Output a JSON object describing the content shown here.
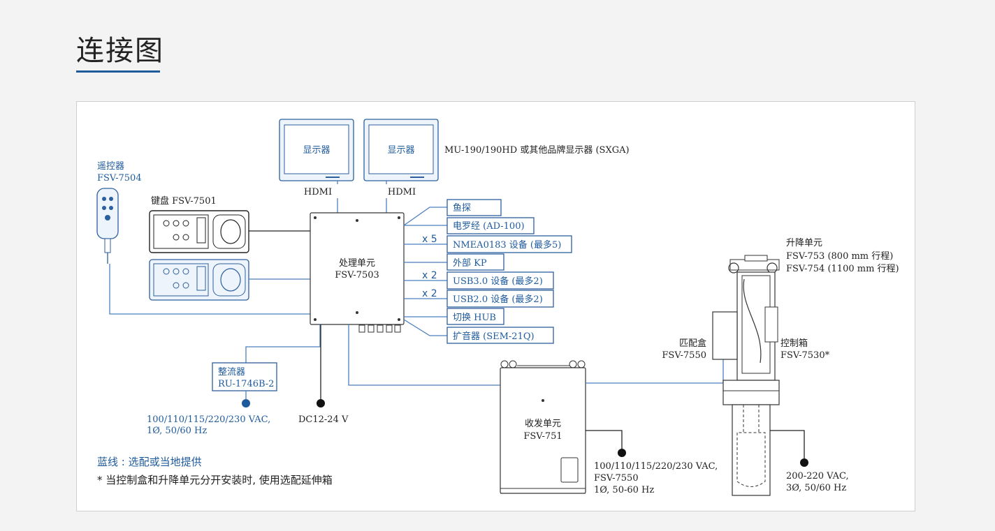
{
  "page": {
    "title": "连接图"
  },
  "diagram": {
    "displays": {
      "screen_label": "显示器",
      "model_note": "MU-190/190HD 或其他品牌显示器 (SXGA)",
      "connector_label": "HDMI"
    },
    "remote": {
      "name": "遥控器",
      "model": "FSV-7504"
    },
    "keyboard": {
      "label": "键盘 FSV-7501"
    },
    "processor": {
      "name": "处理单元",
      "model": "FSV-7503"
    },
    "peripherals": [
      {
        "label": "鱼探",
        "multiplier": ""
      },
      {
        "label": "电罗经 (AD-100)",
        "multiplier": ""
      },
      {
        "label": "NMEA0183 设备 (最多5)",
        "multiplier": "x 5"
      },
      {
        "label": "外部 KP",
        "multiplier": ""
      },
      {
        "label": "USB3.0 设备 (最多2)",
        "multiplier": "x 2"
      },
      {
        "label": "USB2.0 设备 (最多2)",
        "multiplier": "x 2"
      },
      {
        "label": "切换 HUB",
        "multiplier": ""
      },
      {
        "label": "扩音器 (SEM-21Q)",
        "multiplier": ""
      }
    ],
    "rectifier": {
      "name": "整流器",
      "model": "RU-1746B-2",
      "power_line1": "100/110/115/220/230 VAC,",
      "power_line2": "1Ø, 50/60 Hz"
    },
    "dc_power": "DC12-24 V",
    "transceiver": {
      "name": "收发单元",
      "model": "FSV-751",
      "power_line1": "100/110/115/220/230 VAC,",
      "power_line2": "FSV-7550",
      "power_line3": "1Ø, 50-60 Hz"
    },
    "hoist": {
      "name": "升降单元",
      "model1": "FSV-753 (800 mm 行程)",
      "model2": "FSV-754 (1100 mm 行程)",
      "power_line1": "200-220 VAC,",
      "power_line2": "3Ø, 50/60 Hz"
    },
    "matching_box": {
      "name": "匹配盒",
      "model": "FSV-7550"
    },
    "control_box": {
      "name": "控制箱",
      "model": "FSV-7530*"
    },
    "legend": {
      "blue_line": "蓝线 : 选配或当地提供",
      "note": "* 当控制盒和升降单元分开安装时, 使用选配延伸箱"
    }
  },
  "colors": {
    "accent": "#1e5a9c",
    "line_blue": "#4a7fc0",
    "background": "#f3f3f3"
  }
}
